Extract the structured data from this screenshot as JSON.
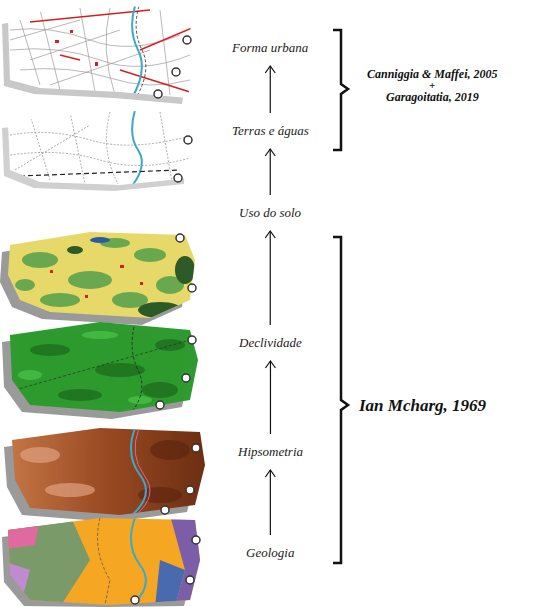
{
  "diagram": {
    "nodes": [
      {
        "text": [
          "Forma urbana"
        ]
      },
      {
        "text": [
          "Terras e águas"
        ]
      },
      {
        "text": [
          "Uso do solo"
        ]
      },
      {
        "text": [
          "Declividade"
        ]
      },
      {
        "text": [
          "Hipsometria"
        ]
      },
      {
        "text": [
          "Geologia"
        ]
      }
    ],
    "edges": [
      {
        "from": 1,
        "to": 0,
        "arrow": "to"
      },
      {
        "from": 2,
        "to": 1,
        "arrow": "to"
      },
      {
        "from": 3,
        "to": 2,
        "arrow": "to"
      },
      {
        "from": 4,
        "to": 3,
        "arrow": "to"
      },
      {
        "from": 5,
        "to": 4,
        "arrow": "to"
      }
    ],
    "labels": [
      "Canniggia & Maffei, 2005",
      "+",
      "Garagoitatia, 2019",
      "Ian Mcharg, 1969"
    ]
  }
}
